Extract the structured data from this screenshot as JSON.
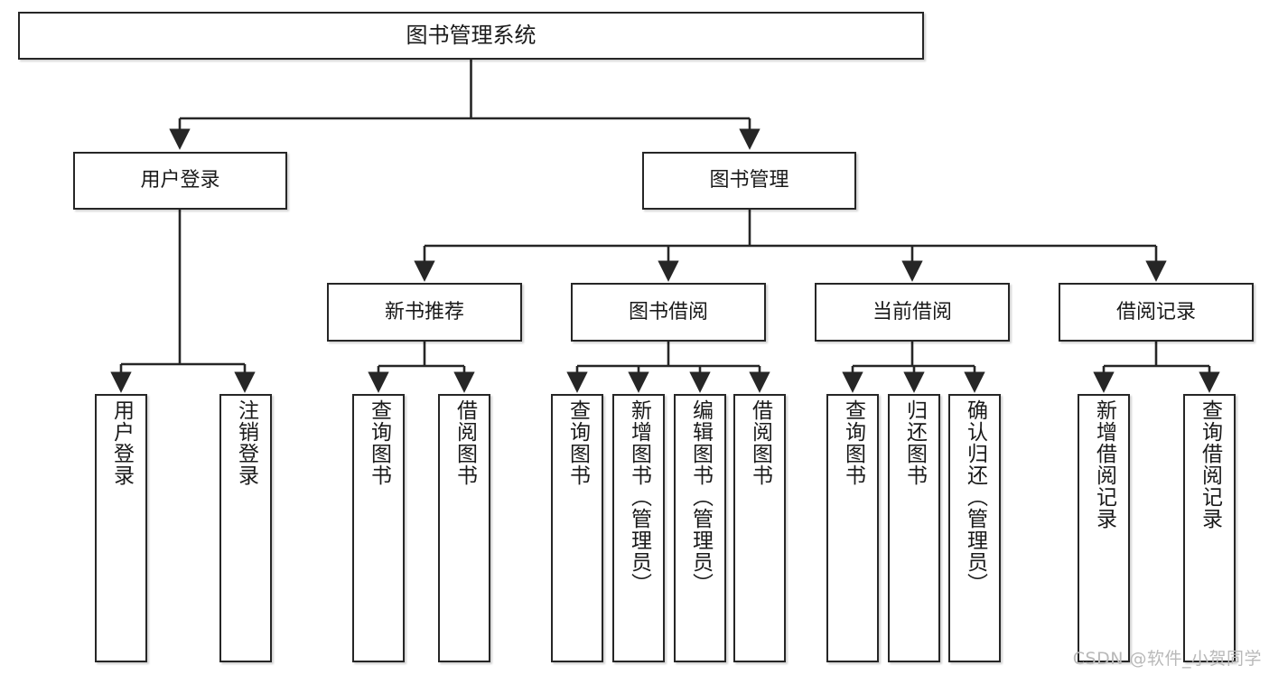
{
  "diagram": {
    "title": "图书管理系统",
    "type": "tree-hierarchy-chart",
    "watermark": "CSDN @软件_小贺同学",
    "colors": {
      "box_border": "#262626",
      "box_fill": "#ffffff",
      "connector": "#262626",
      "text": "#1a1a1a",
      "watermark": "#b9b9b9",
      "background": "#ffffff"
    },
    "nodes": {
      "root": {
        "label": "图书管理系统"
      },
      "level2": [
        {
          "id": "user-login",
          "label": "用户登录"
        },
        {
          "id": "book-manage",
          "label": "图书管理"
        }
      ],
      "level3": [
        {
          "id": "new-book-rec",
          "label": "新书推荐"
        },
        {
          "id": "book-borrow",
          "label": "图书借阅"
        },
        {
          "id": "current-borrow",
          "label": "当前借阅"
        },
        {
          "id": "borrow-record",
          "label": "借阅记录"
        }
      ],
      "leaves": {
        "user-login": [
          {
            "id": "leaf-user-login",
            "label": "用户登录"
          },
          {
            "id": "leaf-logout-login",
            "label": "注销登录"
          }
        ],
        "new-book-rec": [
          {
            "id": "leaf-query-book-1",
            "label": "查询图书"
          },
          {
            "id": "leaf-borrow-book-1",
            "label": "借阅图书"
          }
        ],
        "book-borrow": [
          {
            "id": "leaf-query-book-2",
            "label": "查询图书"
          },
          {
            "id": "leaf-add-book",
            "label": "新增图书（管理员）"
          },
          {
            "id": "leaf-edit-book",
            "label": "编辑图书（管理员）"
          },
          {
            "id": "leaf-borrow-book-2",
            "label": "借阅图书"
          }
        ],
        "current-borrow": [
          {
            "id": "leaf-query-book-3",
            "label": "查询图书"
          },
          {
            "id": "leaf-return-book",
            "label": "归还图书"
          },
          {
            "id": "leaf-confirm-return",
            "label": "确认归还（管理员）"
          }
        ],
        "borrow-record": [
          {
            "id": "leaf-add-record",
            "label": "新增借阅记录"
          },
          {
            "id": "leaf-query-record",
            "label": "查询借阅记录"
          }
        ]
      }
    }
  }
}
